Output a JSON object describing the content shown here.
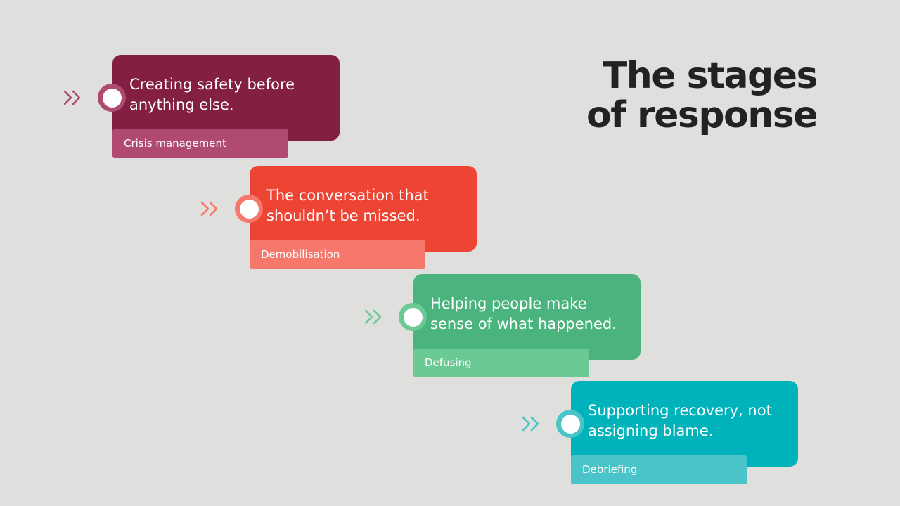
{
  "title": {
    "line1": "The stages",
    "line2": "of response"
  },
  "stages": [
    {
      "text": "Creating safety before anything else.",
      "label": "Crisis management",
      "card_color": "#821f42",
      "tag_color": "#b14a70",
      "node_ring": "#b14a70",
      "chevron_color": "#b14a70",
      "icons": [
        "double-chevron-right-icon",
        "circle-node-icon"
      ]
    },
    {
      "text": "The conversation that shouldn’t be missed.",
      "label": "Demobilisation",
      "card_color": "#ee4433",
      "tag_color": "#f6776b",
      "node_ring": "#f6776b",
      "chevron_color": "#f6776b",
      "icons": [
        "double-chevron-right-icon",
        "circle-node-icon"
      ]
    },
    {
      "text": "Helping people make sense of what happened.",
      "label": "Defusing",
      "card_color": "#4bb47e",
      "tag_color": "#6bc994",
      "node_ring": "#6bc994",
      "chevron_color": "#6bc994",
      "icons": [
        "double-chevron-right-icon",
        "circle-node-icon"
      ]
    },
    {
      "text": "Supporting recovery, not assigning blame.",
      "label": "Debriefing",
      "card_color": "#00b3bb",
      "tag_color": "#4ac4c9",
      "node_ring": "#4ac4c9",
      "chevron_color": "#4ac4c9",
      "icons": [
        "double-chevron-right-icon",
        "circle-node-icon"
      ]
    }
  ]
}
